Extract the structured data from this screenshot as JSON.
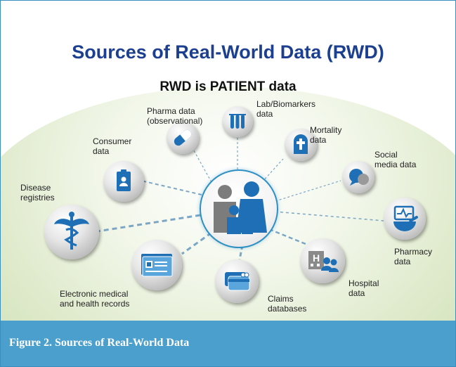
{
  "title": "Sources of Real-World Data (RWD)",
  "subtitle": "RWD is PATIENT data",
  "center": {
    "icon": "family-icon"
  },
  "sources": [
    {
      "id": "pharma",
      "label": "Pharma data\n(observational)",
      "icon": "pill-icon"
    },
    {
      "id": "lab",
      "label": "Lab/Biomarkers\ndata",
      "icon": "test-tubes-icon"
    },
    {
      "id": "mortality",
      "label": "Mortality\ndata",
      "icon": "tombstone-cross-icon"
    },
    {
      "id": "social",
      "label": "Social\nmedia data",
      "icon": "speech-bubbles-icon"
    },
    {
      "id": "pharmacy",
      "label": "Pharmacy\ndata",
      "icon": "mortar-pestle-icon"
    },
    {
      "id": "hospital",
      "label": "Hospital\ndata",
      "icon": "hospital-people-icon"
    },
    {
      "id": "claims",
      "label": "Claims\ndatabases",
      "icon": "credit-card-icon"
    },
    {
      "id": "ehr",
      "label": "Electronic medical\nand health records",
      "icon": "file-folder-icon"
    },
    {
      "id": "disease",
      "label": "Disease\nregistries",
      "icon": "caduceus-icon"
    },
    {
      "id": "consumer",
      "label": "Consumer\ndata",
      "icon": "id-badge-icon"
    }
  ],
  "caption": "Figure 2.  Sources of Real-World Data",
  "colors": {
    "title": "#1c3f8f",
    "accent": "#2e8fc3",
    "footer": "#4a9fcd",
    "line": "#7ba6c6"
  }
}
